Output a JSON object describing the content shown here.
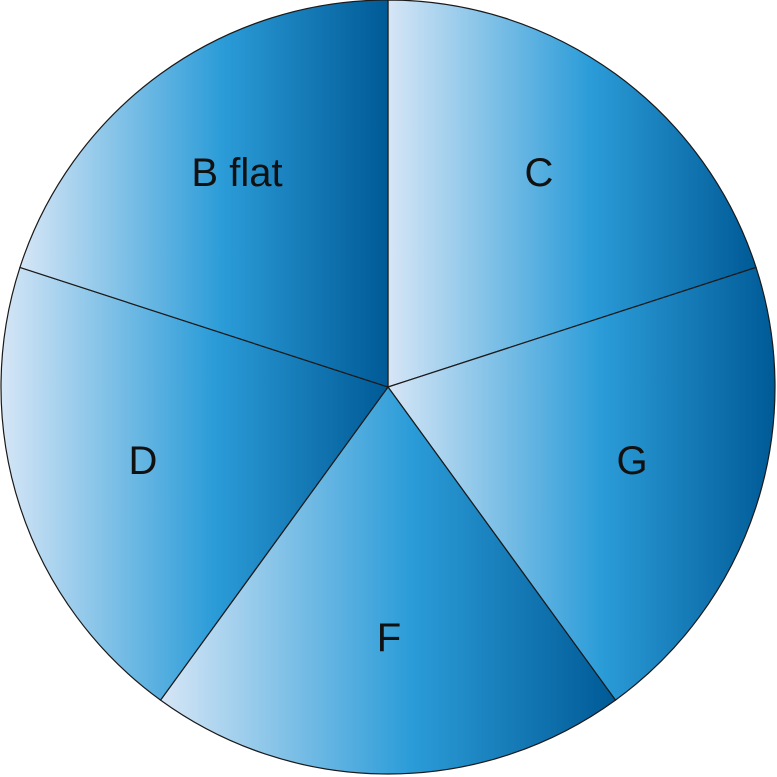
{
  "diagram": {
    "type": "pie",
    "slices": [
      {
        "label": "C"
      },
      {
        "label": "G"
      },
      {
        "label": "F"
      },
      {
        "label": "D"
      },
      {
        "label": "B flat"
      }
    ],
    "colors": {
      "gradient_light": "#d6e6f6",
      "gradient_mid": "#2b9cd8",
      "gradient_dark": "#005a96",
      "outline": "#1a1a1a"
    }
  }
}
